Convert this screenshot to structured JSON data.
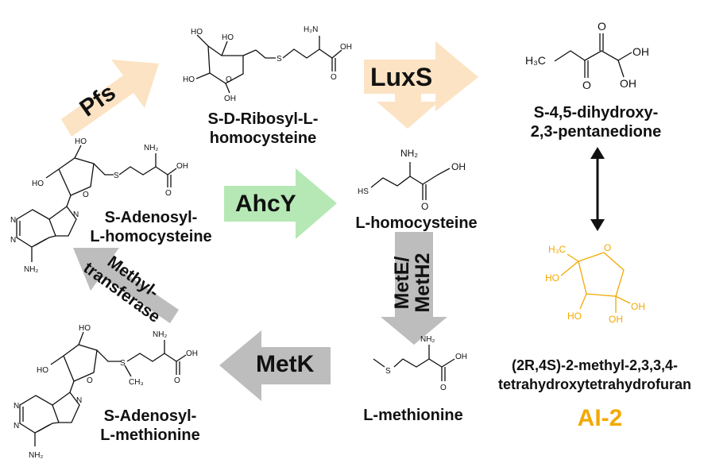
{
  "colors": {
    "peach": "#FCE3C3",
    "green": "#B5E8B5",
    "gray": "#BDBDBD",
    "ai2": "#F2A900",
    "bond": "#111111"
  },
  "enzymes": {
    "pfs": "Pfs",
    "luxs": "LuxS",
    "ahcy": "AhcY",
    "mete_line1": "MetE/",
    "mete_line2": "MetH2",
    "methyl_line1": "Methyl-",
    "methyl_line2": "transferase",
    "metk": "MetK"
  },
  "compounds": {
    "srh": [
      "S-D-Ribosyl-L-",
      "homocysteine"
    ],
    "dpd": [
      "S-4,5-dihydroxy-",
      "2,3-pentanedione"
    ],
    "sah": [
      "S-Adenosyl-",
      "L-homocysteine"
    ],
    "hcy": [
      "L-homocysteine"
    ],
    "ai2_name": [
      "(2R,4S)-2-methyl-2,3,3,4-",
      "tetrahydroxytetrahydrofuran"
    ],
    "sam": [
      "S-Adenosyl-",
      "L-methionine"
    ],
    "met": [
      "L-methionine"
    ]
  },
  "ai2_label": "AI-2",
  "atoms": {
    "ho": "HO",
    "oh": "OH",
    "o": "O",
    "s": "S",
    "n": "N",
    "nh2": "NH₂",
    "h2n": "H₂N",
    "hs": "HS",
    "h3c": "H₃C",
    "ch3": "CH₃"
  }
}
